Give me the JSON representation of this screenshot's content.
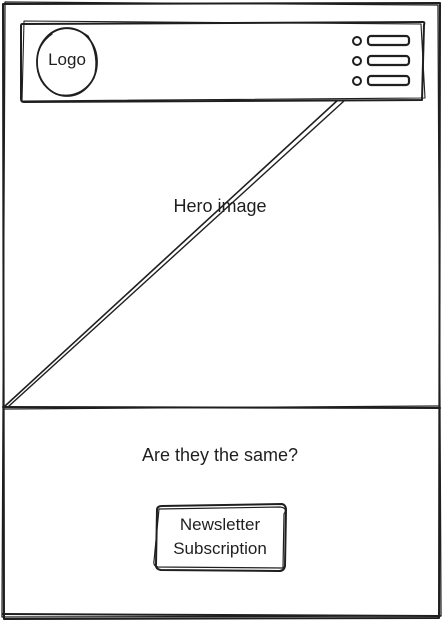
{
  "header": {
    "logo_label": "Logo",
    "menu_icon": "hamburger-menu-icon"
  },
  "hero": {
    "label": "Hero image",
    "placeholder_icon": "image-placeholder-cross"
  },
  "content": {
    "question": "Are they the same?",
    "cta_label": "Newsletter\nSubscription"
  },
  "colors": {
    "stroke": "#1f1f1f",
    "background": "#ffffff"
  }
}
